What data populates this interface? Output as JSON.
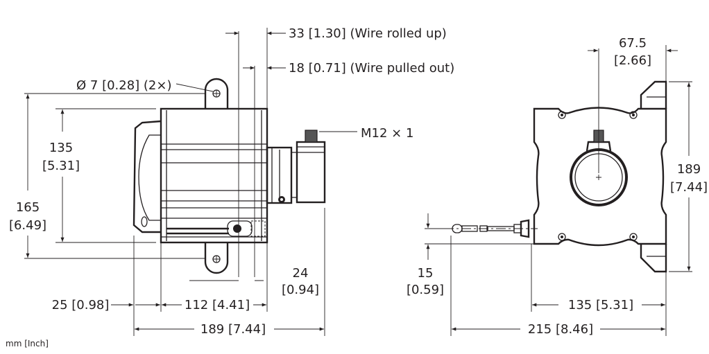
{
  "units_note": "mm [Inch]",
  "side_view": {
    "wire_rolled_up": "33 [1.30] (Wire rolled up)",
    "wire_pulled_out": "18 [0.71] (Wire pulled out)",
    "hole_diameter": "Ø 7 [0.28] (2×)",
    "connector": "M12 × 1",
    "body_height_mm": "135",
    "body_height_in": "[5.31]",
    "total_height_mm": "165",
    "total_height_in": "[6.49]",
    "connector_offset_mm": "24",
    "connector_offset_in": "[0.94]",
    "cap_width": "25 [0.98]",
    "body_length": "112 [4.41]",
    "total_length": "189 [7.44]"
  },
  "front_view": {
    "center_offset_mm": "67.5",
    "center_offset_in": "[2.66]",
    "height_mm": "189",
    "height_in": "[7.44]",
    "wire_offset_mm": "15",
    "wire_offset_in": "[0.59]",
    "body_width": "135 [5.31]",
    "total_width": "215 [8.46]"
  }
}
